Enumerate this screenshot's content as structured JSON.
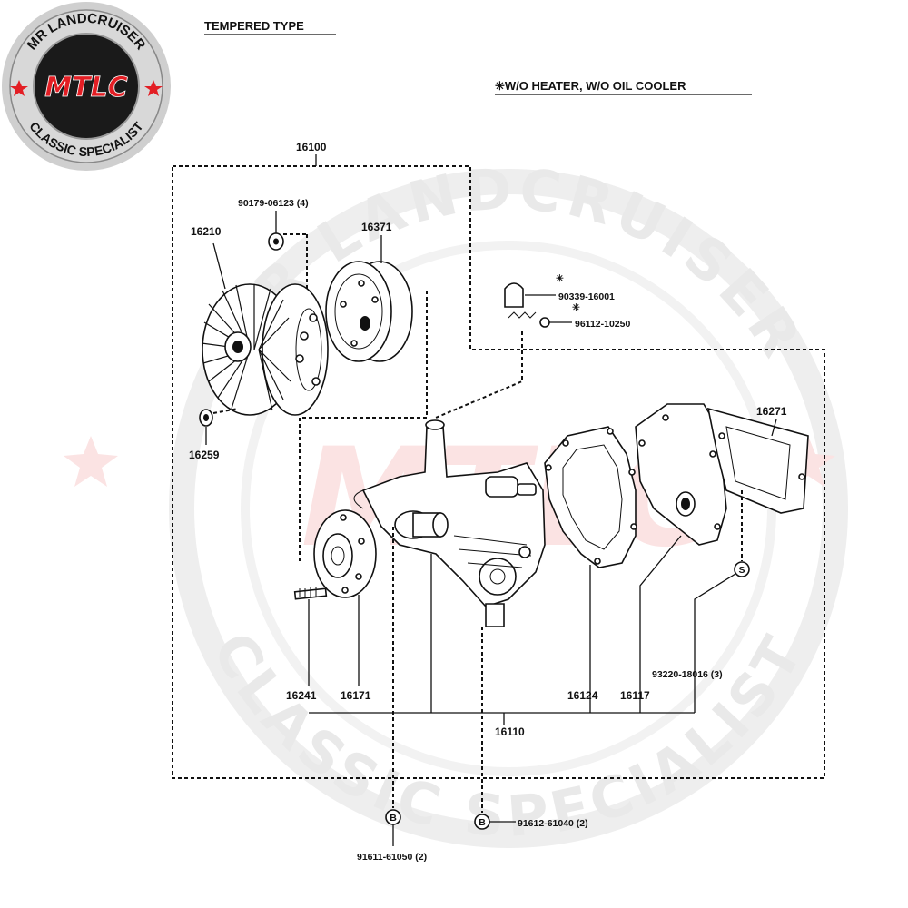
{
  "header": {
    "type_title": "TEMPERED TYPE",
    "condition_note": "✳W/O HEATER, W/O OIL  COOLER"
  },
  "logo": {
    "top_text": "MR LANDCRUISER",
    "center_text": "MTLC",
    "bottom_text": "CLASSIC SPECIALIST",
    "accent_color": "#e31e24"
  },
  "watermark": {
    "top_text": "MR LANDCRUISER",
    "center_text": "MTLC",
    "bottom_text": "CLASSIC SPECIALIST"
  },
  "parts": {
    "assembly_16100": "16100",
    "bolt_90179": "90179-06123 (4)",
    "fan_clutch": "16210",
    "pulley": "16371",
    "washer": "16259",
    "plug_90339": "90339-16001",
    "plug_mark": "✳",
    "gasket_96112": "96112-10250",
    "gasket_mark": "✳",
    "cover_plate": "16271",
    "stud_93220": "93220-18016 (3)",
    "stud_16241": "16241",
    "seat_16171": "16171",
    "gasket_16124": "16124",
    "plate_16117": "16117",
    "pump_16110": "16110",
    "bolt_91612": "91612-61040 (2)",
    "bolt_91611": "91611-61050 (2)",
    "marker_b1": "B",
    "marker_b2": "B",
    "marker_s": "S"
  }
}
